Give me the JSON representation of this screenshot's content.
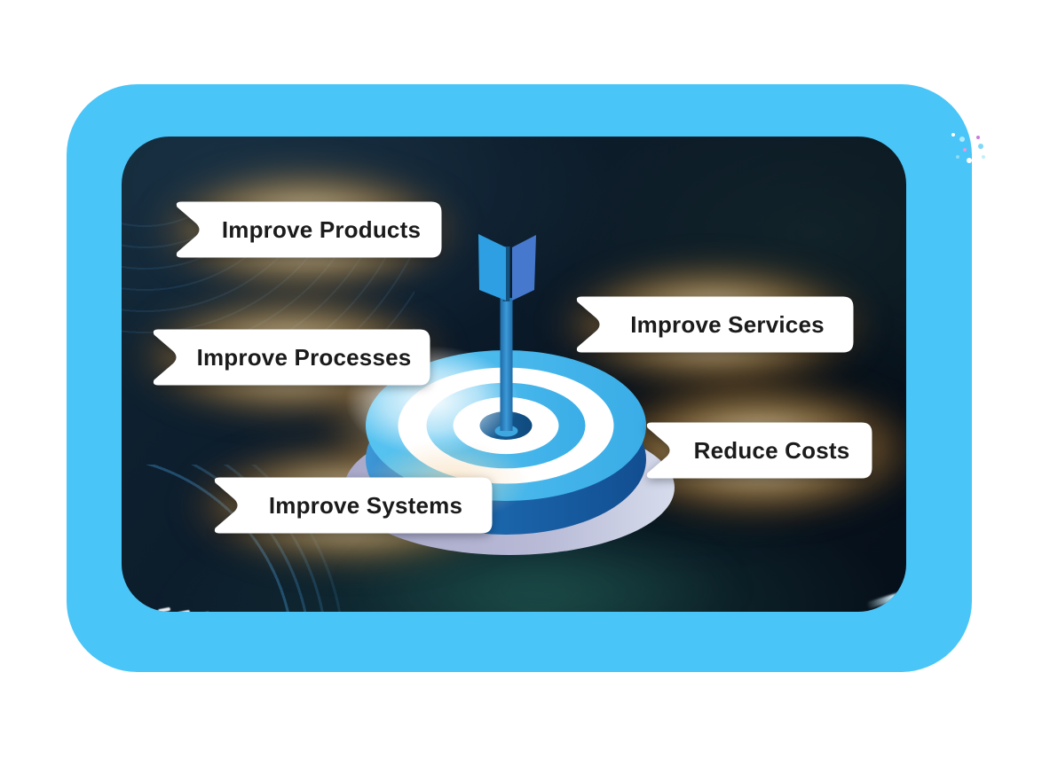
{
  "figure": {
    "name": "business-improvement-target-infographic",
    "frame_color": "#4AC5F7",
    "card_background": "#0B1826",
    "glow_color": "#ECB15C"
  },
  "banners": {
    "bg": "#FFFFFF",
    "text_color": "#1B1B1B",
    "items": [
      {
        "label": "Improve Products"
      },
      {
        "label": "Improve Processes"
      },
      {
        "label": "Improve Systems"
      },
      {
        "label": "Improve Services"
      },
      {
        "label": "Reduce Costs"
      }
    ]
  },
  "target": {
    "name": "dartboard-with-arrow",
    "colors": {
      "ring_light_blue": "#3FB2EA",
      "ring_white": "#FFFFFF",
      "bullseye_navy": "#124E85",
      "disc_side_blue": "#1B66AC",
      "base_disc_lavender": "#B3B1D0",
      "arrow_shaft": "#2B82C2",
      "fletching_left": "#2E9FE2",
      "fletching_right": "#4679CD"
    }
  }
}
